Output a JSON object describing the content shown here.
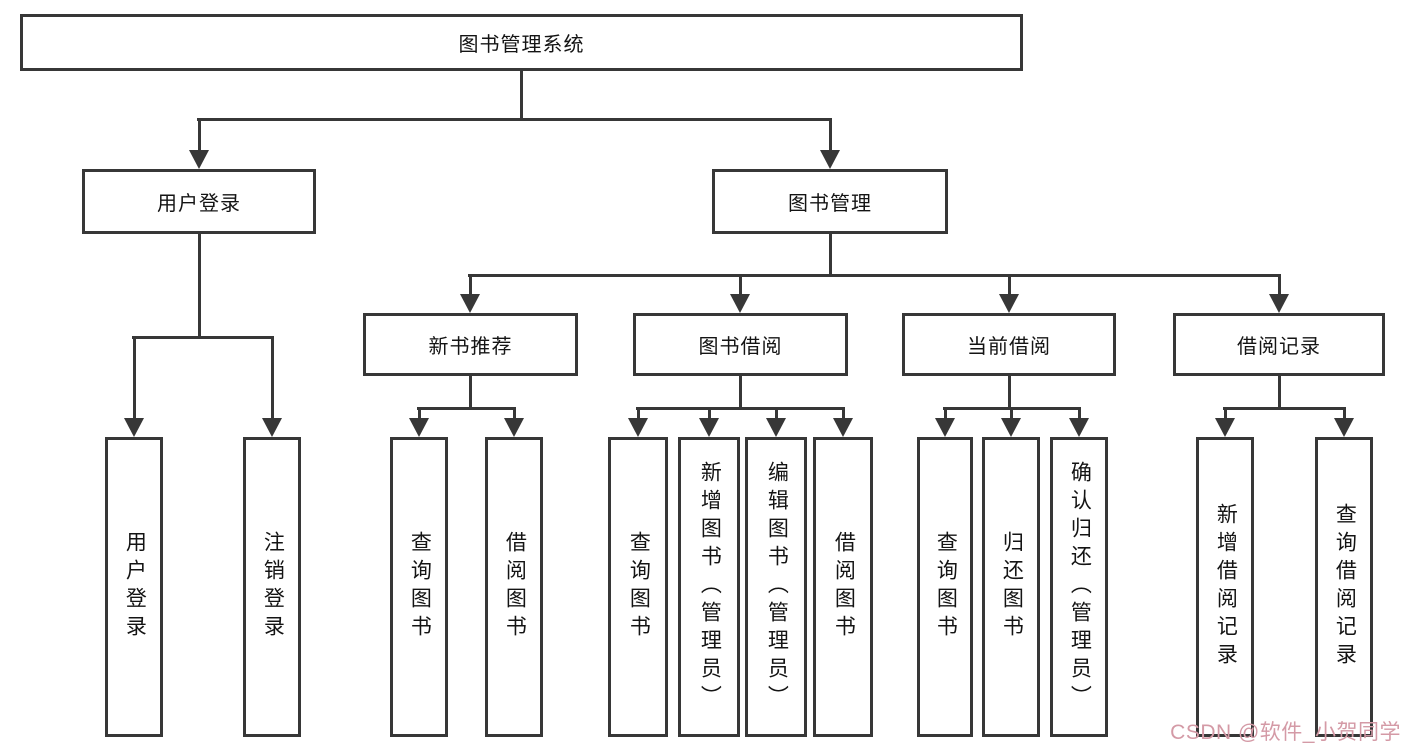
{
  "root": {
    "label": "图书管理系统"
  },
  "level2": [
    {
      "label": "用户登录"
    },
    {
      "label": "图书管理"
    }
  ],
  "level3": [
    {
      "label": "新书推荐"
    },
    {
      "label": "图书借阅"
    },
    {
      "label": "当前借阅"
    },
    {
      "label": "借阅记录"
    }
  ],
  "leaves": [
    {
      "label": "用户登录"
    },
    {
      "label": "注销登录"
    },
    {
      "label": "查询图书"
    },
    {
      "label": "借阅图书"
    },
    {
      "label": "查询图书"
    },
    {
      "label": "新增图书（管理员）"
    },
    {
      "label": "编辑图书（管理员）"
    },
    {
      "label": "借阅图书"
    },
    {
      "label": "查询图书"
    },
    {
      "label": "归还图书"
    },
    {
      "label": "确认归还（管理员）"
    },
    {
      "label": "新增借阅记录"
    },
    {
      "label": "查询借阅记录"
    }
  ],
  "watermark": {
    "text": "CSDN @软件_小贺同学",
    "color": "#d49aa6"
  },
  "colors": {
    "line": "#373737",
    "box_border": "#373737",
    "background": "#ffffff",
    "text": "#141414"
  }
}
